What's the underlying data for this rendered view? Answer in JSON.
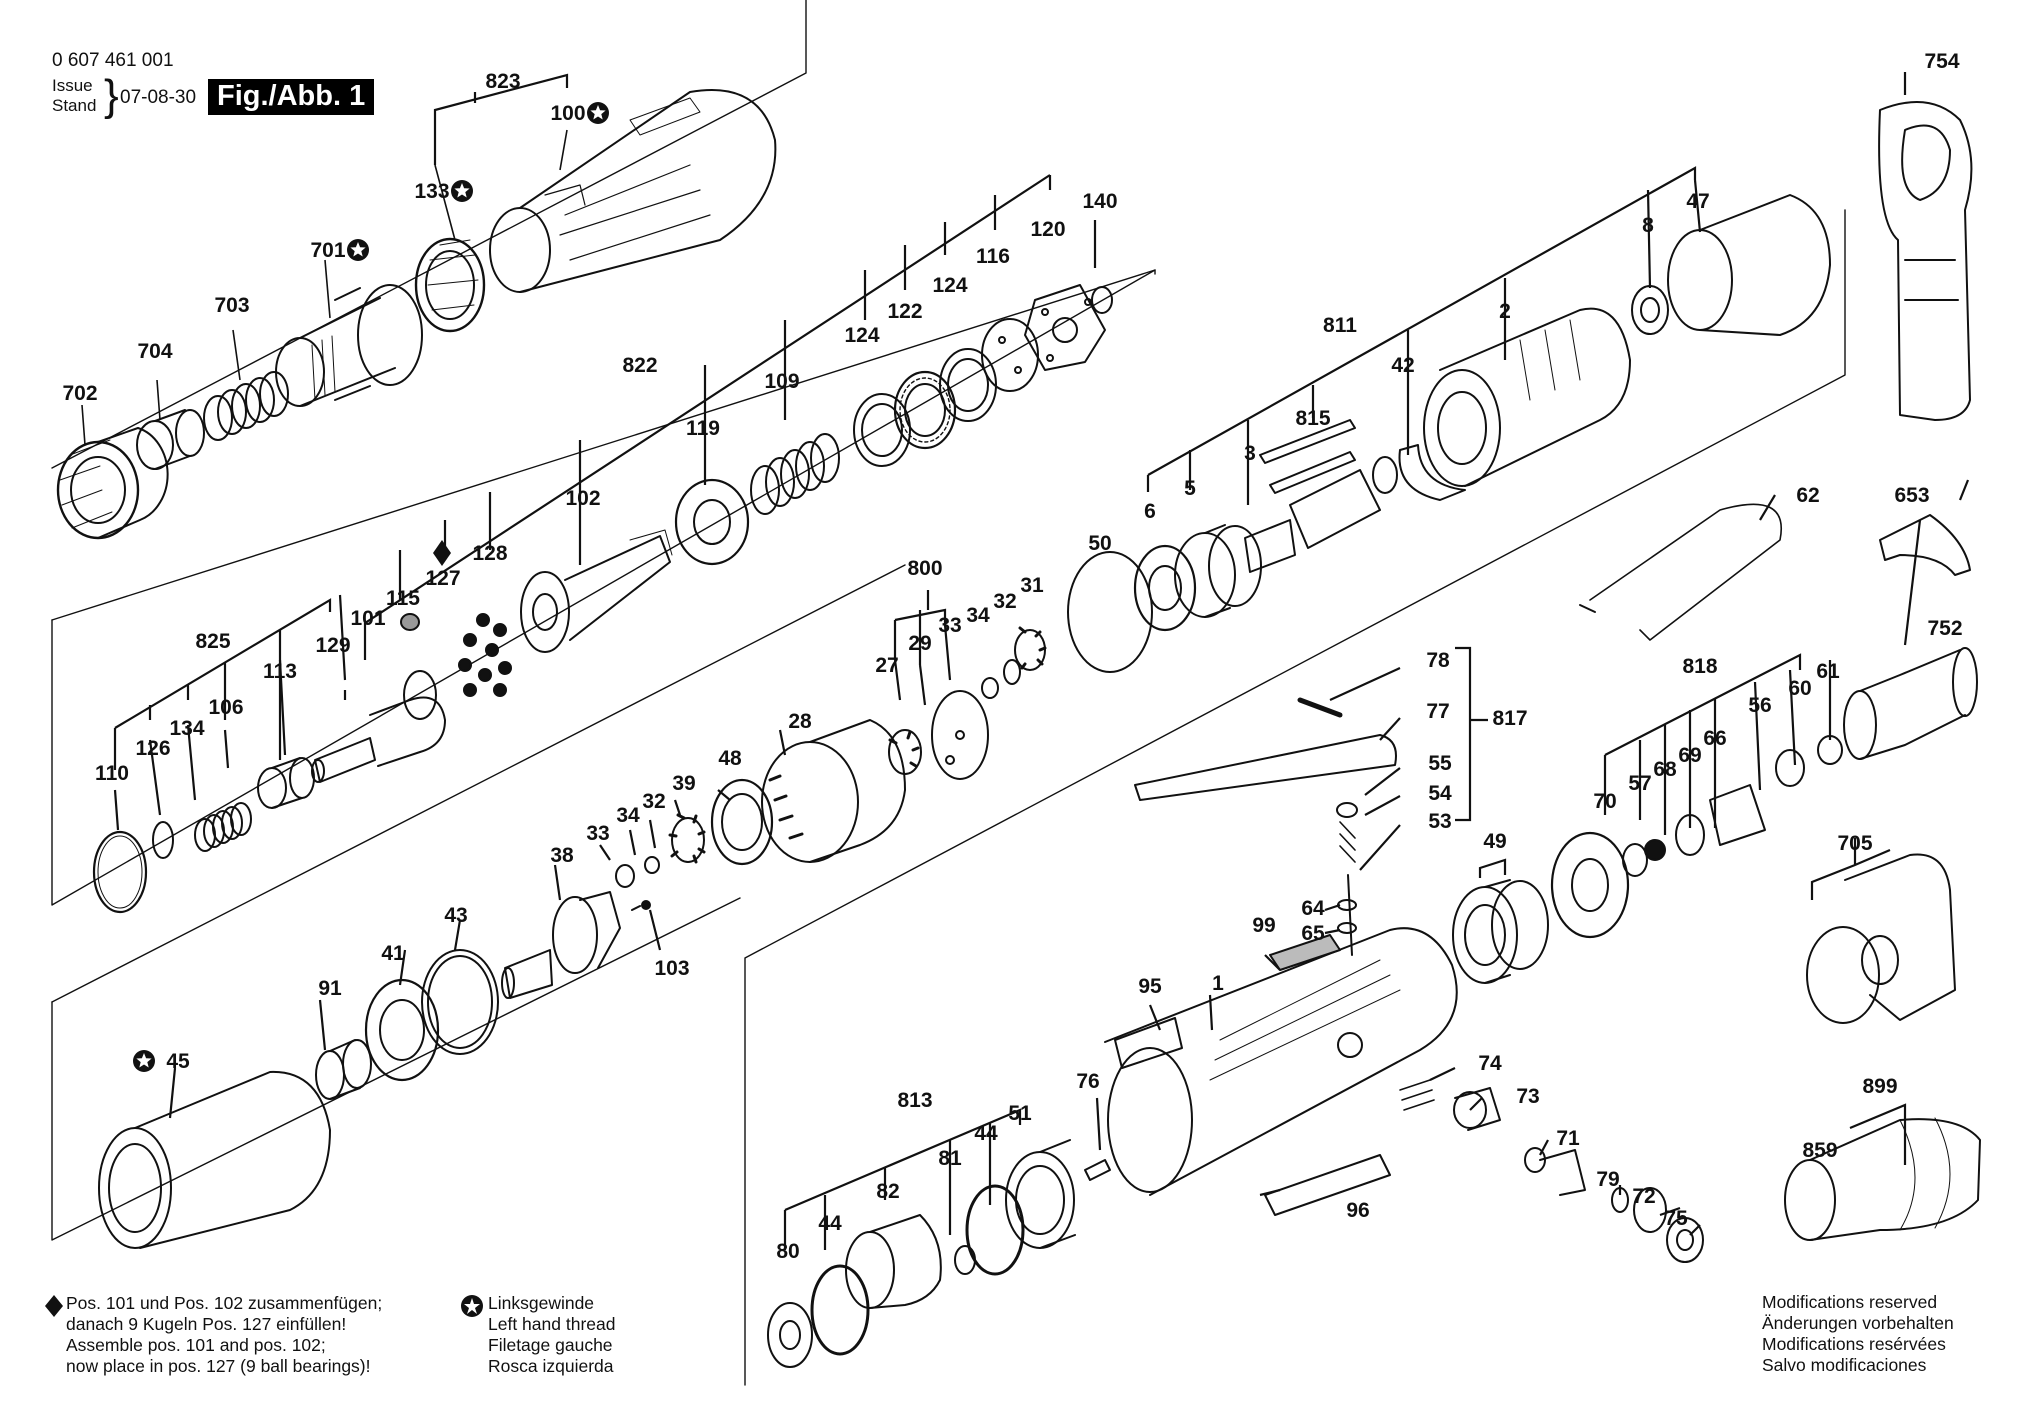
{
  "header": {
    "doc_number": "0 607 461 001",
    "issue_label": "Issue",
    "stand_label": "Stand",
    "date": "07-08-30",
    "figure_title": "Fig./Abb. 1"
  },
  "diamond_note": [
    "Pos. 101 und Pos. 102 zusammenfügen;",
    "danach 9 Kugeln Pos. 127 einfüllen!",
    "Assemble pos. 101 and pos. 102;",
    "now place in pos. 127 (9 ball bearings)!"
  ],
  "thread_note": [
    "Linksgewinde",
    "Left hand thread",
    "Filetage gauche",
    "Rosca izquierda"
  ],
  "modifications_note": [
    "Modifications reserved",
    "Änderungen vorbehalten",
    "Modifications resérvées",
    "Salvo modificaciones"
  ],
  "part_labels": [
    {
      "id": "823",
      "text": "823"
    },
    {
      "id": "100",
      "text": "100",
      "star": true
    },
    {
      "id": "133",
      "text": "133",
      "star": true
    },
    {
      "id": "701",
      "text": "701",
      "star": true
    },
    {
      "id": "703",
      "text": "703"
    },
    {
      "id": "704",
      "text": "704"
    },
    {
      "id": "702",
      "text": "702"
    },
    {
      "id": "822",
      "text": "822"
    },
    {
      "id": "140",
      "text": "140"
    },
    {
      "id": "120",
      "text": "120"
    },
    {
      "id": "116",
      "text": "116"
    },
    {
      "id": "124a",
      "text": "124"
    },
    {
      "id": "122",
      "text": "122"
    },
    {
      "id": "124b",
      "text": "124"
    },
    {
      "id": "109",
      "text": "109"
    },
    {
      "id": "119",
      "text": "119"
    },
    {
      "id": "102",
      "text": "102"
    },
    {
      "id": "128",
      "text": "128"
    },
    {
      "id": "127",
      "text": "127",
      "diamond": true
    },
    {
      "id": "115",
      "text": "115"
    },
    {
      "id": "101",
      "text": "101"
    },
    {
      "id": "129",
      "text": "129"
    },
    {
      "id": "825",
      "text": "825"
    },
    {
      "id": "113",
      "text": "113"
    },
    {
      "id": "106",
      "text": "106"
    },
    {
      "id": "134",
      "text": "134"
    },
    {
      "id": "126",
      "text": "126"
    },
    {
      "id": "110",
      "text": "110"
    },
    {
      "id": "811",
      "text": "811"
    },
    {
      "id": "8",
      "text": "8"
    },
    {
      "id": "47",
      "text": "47"
    },
    {
      "id": "2",
      "text": "2"
    },
    {
      "id": "42",
      "text": "42"
    },
    {
      "id": "815",
      "text": "815"
    },
    {
      "id": "3",
      "text": "3"
    },
    {
      "id": "6",
      "text": "6"
    },
    {
      "id": "5",
      "text": "5"
    },
    {
      "id": "50",
      "text": "50"
    },
    {
      "id": "800",
      "text": "800"
    },
    {
      "id": "34",
      "text": "34"
    },
    {
      "id": "32a",
      "text": "32"
    },
    {
      "id": "31",
      "text": "31"
    },
    {
      "id": "27",
      "text": "27"
    },
    {
      "id": "29",
      "text": "29"
    },
    {
      "id": "33a",
      "text": "33"
    },
    {
      "id": "28",
      "text": "28"
    },
    {
      "id": "48",
      "text": "48"
    },
    {
      "id": "39",
      "text": "39"
    },
    {
      "id": "32b",
      "text": "32"
    },
    {
      "id": "34b",
      "text": "34"
    },
    {
      "id": "33b",
      "text": "33"
    },
    {
      "id": "38",
      "text": "38"
    },
    {
      "id": "103",
      "text": "103"
    },
    {
      "id": "43",
      "text": "43"
    },
    {
      "id": "41",
      "text": "41"
    },
    {
      "id": "91",
      "text": "91"
    },
    {
      "id": "45",
      "text": "45",
      "star": true
    },
    {
      "id": "754",
      "text": "754"
    },
    {
      "id": "62",
      "text": "62"
    },
    {
      "id": "653",
      "text": "653"
    },
    {
      "id": "752",
      "text": "752"
    },
    {
      "id": "818",
      "text": "818"
    },
    {
      "id": "56",
      "text": "56"
    },
    {
      "id": "60",
      "text": "60"
    },
    {
      "id": "61",
      "text": "61"
    },
    {
      "id": "70",
      "text": "70"
    },
    {
      "id": "57",
      "text": "57"
    },
    {
      "id": "68",
      "text": "68"
    },
    {
      "id": "69",
      "text": "69"
    },
    {
      "id": "66",
      "text": "66"
    },
    {
      "id": "78",
      "text": "78"
    },
    {
      "id": "77",
      "text": "77"
    },
    {
      "id": "817",
      "text": "817"
    },
    {
      "id": "55",
      "text": "55"
    },
    {
      "id": "54",
      "text": "54"
    },
    {
      "id": "53",
      "text": "53"
    },
    {
      "id": "49",
      "text": "49"
    },
    {
      "id": "64",
      "text": "64"
    },
    {
      "id": "65",
      "text": "65"
    },
    {
      "id": "99",
      "text": "99"
    },
    {
      "id": "1",
      "text": "1"
    },
    {
      "id": "95",
      "text": "95"
    },
    {
      "id": "705",
      "text": "705"
    },
    {
      "id": "899",
      "text": "899"
    },
    {
      "id": "859",
      "text": "859"
    },
    {
      "id": "74",
      "text": "74"
    },
    {
      "id": "73",
      "text": "73"
    },
    {
      "id": "71",
      "text": "71"
    },
    {
      "id": "79",
      "text": "79"
    },
    {
      "id": "72",
      "text": "72"
    },
    {
      "id": "75",
      "text": "75"
    },
    {
      "id": "96",
      "text": "96"
    },
    {
      "id": "76",
      "text": "76"
    },
    {
      "id": "813",
      "text": "813"
    },
    {
      "id": "51",
      "text": "51"
    },
    {
      "id": "81",
      "text": "81"
    },
    {
      "id": "44a",
      "text": "44"
    },
    {
      "id": "82",
      "text": "82"
    },
    {
      "id": "44b",
      "text": "44"
    },
    {
      "id": "80",
      "text": "80"
    }
  ]
}
